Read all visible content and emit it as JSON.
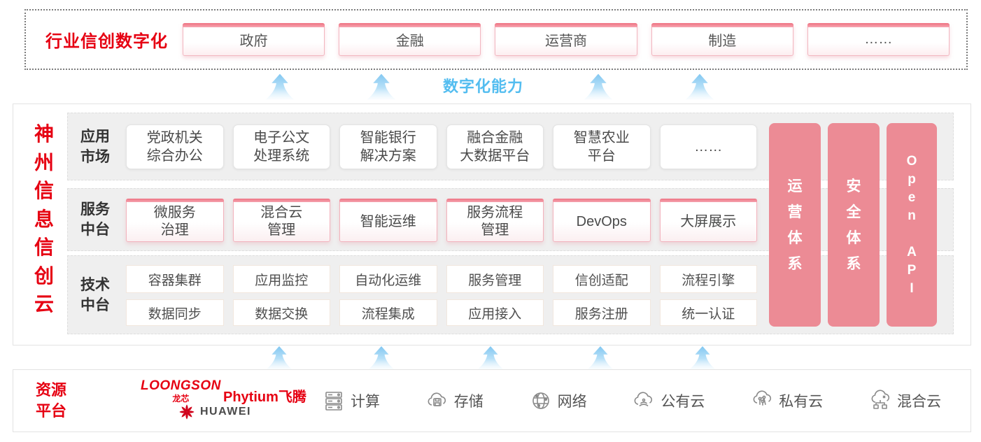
{
  "colors": {
    "brand_red": "#e60012",
    "pink_bar": "#ec8b95",
    "pink_edge": "#ee7383",
    "capability_blue": "#53bdf0",
    "panel_gray": "#efefef"
  },
  "industry": {
    "label": "行业信创数字化",
    "sectors": [
      "政府",
      "金融",
      "运营商",
      "制造",
      "……"
    ]
  },
  "capability_label": "数字化能力",
  "platform": {
    "title": "神\n州\n信\n息\n信\n创\n云",
    "app_row": {
      "label": "应用\n市场",
      "cards": [
        "党政机关\n综合办公",
        "电子公文\n处理系统",
        "智能银行\n解决方案",
        "融合金融\n大数据平台",
        "智慧农业\n平台",
        "……"
      ]
    },
    "service_row": {
      "label": "服务\n中台",
      "cards": [
        "微服务\n治理",
        "混合云\n管理",
        "智能运维",
        "服务流程\n管理",
        "DevOps",
        "大屏展示"
      ]
    },
    "tech_row": {
      "label": "技术\n中台",
      "cards_top": [
        "容器集群",
        "应用监控",
        "自动化运维",
        "服务管理",
        "信创适配",
        "流程引擎"
      ],
      "cards_bottom": [
        "数据同步",
        "数据交换",
        "流程集成",
        "应用接入",
        "服务注册",
        "统一认证"
      ]
    },
    "side_bars": [
      "运\n营\n体\n系",
      "安\n全\n体\n系",
      "O\np\ne\nn\n\nA\nP\nI"
    ]
  },
  "resource": {
    "label": "资源\n平台",
    "vendors": {
      "loongson": "LOONGSON",
      "loongson_sub": "龙芯",
      "phytium": "Phytium飞腾",
      "huawei": "HUAWEI"
    },
    "items": [
      "计算",
      "存储",
      "网络",
      "公有云",
      "私有云",
      "混合云"
    ]
  }
}
